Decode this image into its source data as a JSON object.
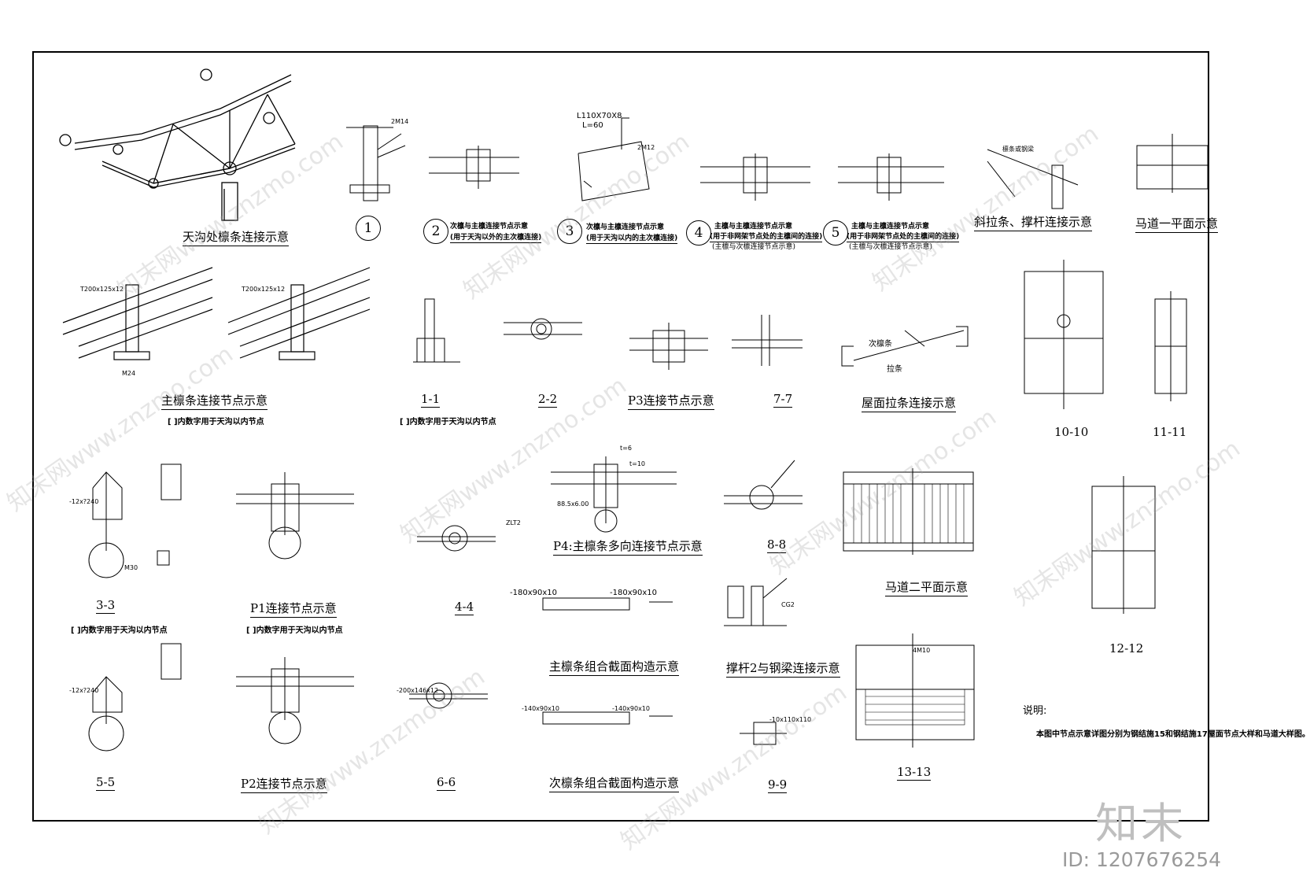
{
  "captions": {
    "tiangou": "天沟处檩条连接示意",
    "node1": "1",
    "node2_title": "次檩与主檩连接节点示意",
    "node2_sub": "(用于天沟以外的主次檩连接)",
    "node2": "2",
    "node3_title": "次檩与主檩连接节点示意",
    "node3_sub": "(用于天沟以内的主次檩连接)",
    "node3": "3",
    "node4_title": "主檩与主檩连接节点示意",
    "node4_sub": "(用于非网架节点处的主檩间的连接)",
    "node4_sub2": "(主檩与次檩连接节点示意)",
    "node4": "4",
    "node5_title": "主檩与主檩连接节点示意",
    "node5_sub": "(用于非网架节点处的主檩间的连接)",
    "node5_sub2": "(主檩与次檩连接节点示意)",
    "node5": "5",
    "brace": "斜拉条、撑杆连接示意",
    "walkway1": "马道一平面示意",
    "main_purlin": "主檩条连接节点示意",
    "main_purlin_note": "[ ]内数字用于天沟以内节点",
    "s1_1": "1-1",
    "s1_1_note": "[ ]内数字用于天沟以内节点",
    "s2_2": "2-2",
    "p3": "P3连接节点示意",
    "s7_7": "7-7",
    "roof_tie": "屋面拉条连接示意",
    "s10_10": "10-10",
    "s11_11": "11-11",
    "s3_3": "3-3",
    "s3_3_note": "[ ]内数字用于天沟以内节点",
    "p1": "P1连接节点示意",
    "p1_note": "[ ]内数字用于天沟以内节点",
    "s4_4": "4-4",
    "p4": "P4:主檩条多向连接节点示意",
    "s8_8": "8-8",
    "walkway2": "马道二平面示意",
    "s12_12": "12-12",
    "main_section": "主檩条组合截面构造示意",
    "strut": "撑杆2与钢梁连接示意",
    "s5_5": "5-5",
    "p2": "P2连接节点示意",
    "s6_6": "6-6",
    "sec_section": "次檩条组合截面构造示意",
    "s9_9": "9-9",
    "s13_13": "13-13",
    "remark_title": "说明:",
    "remark_body": "本图中节点示意详图分别为钢结施15和钢结施17屋面节点大样和马道大样图。"
  },
  "labels": {
    "l1": "L110X70X8",
    "l2": "L=60",
    "l3": "T200x125x12",
    "l4": "M24",
    "l5": "2M12",
    "l6": "2M14",
    "l7": "-180x90x10",
    "l8": "-140x90x10",
    "l9": "-12x?240",
    "l10": "M30",
    "l11": "-200x146x12",
    "l12": "4M10",
    "l13": "次檩条",
    "l14": "拉条",
    "l15": "檩条或钢梁",
    "l16": "t=10",
    "l17": "-10x110x110",
    "l18": "CG2",
    "l19": "t=6",
    "l20": "ZLT2",
    "l21": "88.5x6.00",
    "l22": "-12x?240"
  },
  "watermark": {
    "logo": "知末",
    "id": "ID: 1207676254",
    "diag": "知末网www.znzmo.com"
  },
  "colors": {
    "line": "#000000",
    "watermark": "#9a9a9a"
  }
}
